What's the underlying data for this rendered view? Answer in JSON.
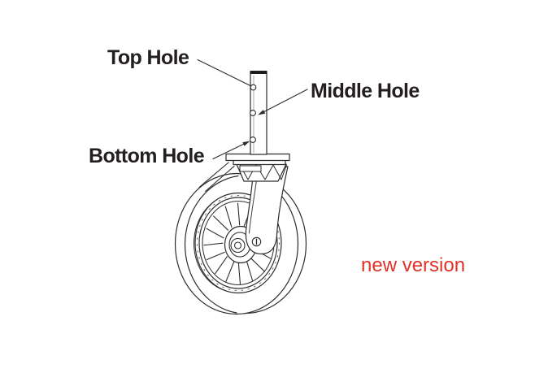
{
  "figure": {
    "background": "#ffffff",
    "line_color": "#2e2b2c",
    "label_color": "#231f20",
    "subject": "swivel caster wheel with three-hole height-adjustment post",
    "callouts": [
      {
        "id": "top-hole",
        "text": "Top Hole"
      },
      {
        "id": "middle-hole",
        "text": "Middle Hole"
      },
      {
        "id": "bottom-hole",
        "text": "Bottom Hole"
      }
    ],
    "note": {
      "text": "new version",
      "color": "#e23127"
    }
  }
}
